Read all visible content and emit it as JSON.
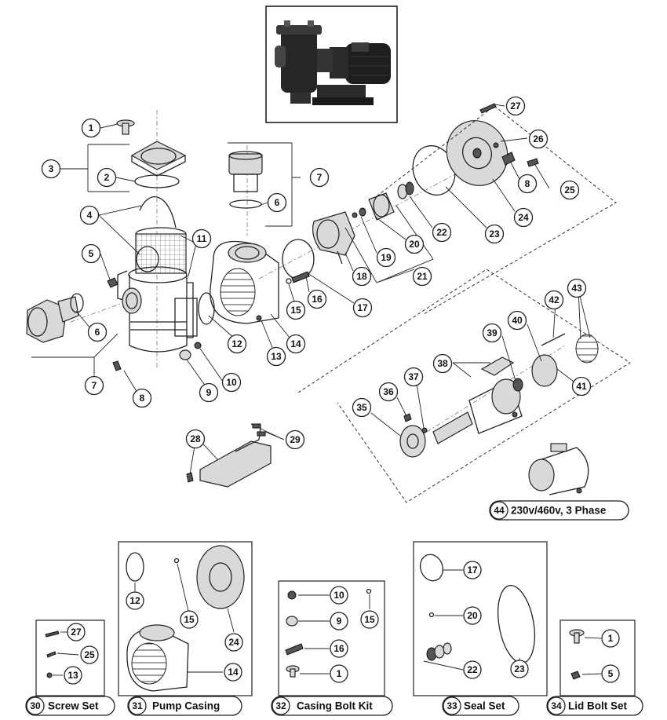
{
  "callouts": [
    "1",
    "2",
    "3",
    "4",
    "5",
    "6",
    "7",
    "8",
    "9",
    "10",
    "11",
    "12",
    "13",
    "14",
    "15",
    "16",
    "17",
    "18",
    "19",
    "20",
    "21",
    "22",
    "23",
    "24",
    "25",
    "26",
    "27",
    "28",
    "29",
    "35",
    "36",
    "37",
    "38",
    "39",
    "40",
    "41",
    "42",
    "43"
  ],
  "kits": [
    {
      "num": "44",
      "label": "230v/460v, 3 Phase"
    },
    {
      "num": "30",
      "label": "Screw Set"
    },
    {
      "num": "31",
      "label": "Pump Casing"
    },
    {
      "num": "32",
      "label": "Casing Bolt Kit"
    },
    {
      "num": "33",
      "label": "Seal Set"
    },
    {
      "num": "34",
      "label": "Lid Bolt Set"
    }
  ],
  "kit_items": {
    "screw_set": [
      "27",
      "25",
      "13"
    ],
    "pump_casing": [
      "12",
      "15",
      "24",
      "14"
    ],
    "casing_bolt_kit": [
      "10",
      "15",
      "9",
      "16",
      "1"
    ],
    "seal_set": [
      "17",
      "20",
      "23",
      "22"
    ],
    "lid_bolt_set": [
      "1",
      "5"
    ]
  }
}
